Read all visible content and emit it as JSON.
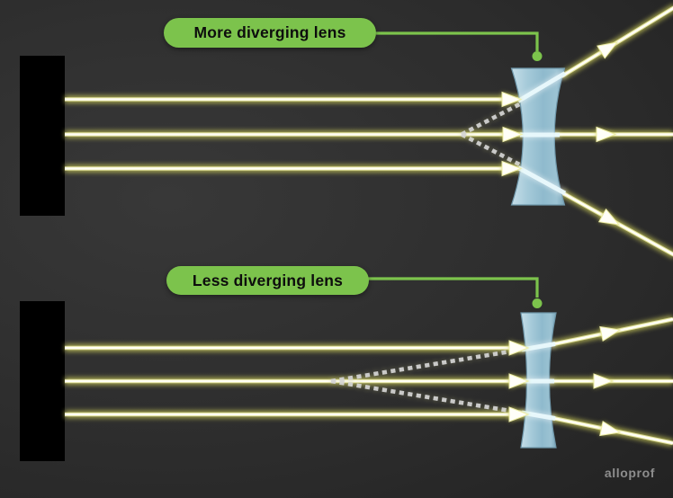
{
  "labels": {
    "top_lens": "More diverging lens",
    "bottom_lens": "Less diverging lens"
  },
  "watermark": "alloprof",
  "colors": {
    "label_green": "#7cc34c",
    "lens_blue": "#9ac1d2",
    "lens_outline": "#6e96a9",
    "ray_core": "#fffef4",
    "ray_glow": "#caca58",
    "dash_gray": "#d5d5d5",
    "source_black": "#000000",
    "background": "#2c2c2c",
    "watermark_gray": "#8d8d8d"
  }
}
